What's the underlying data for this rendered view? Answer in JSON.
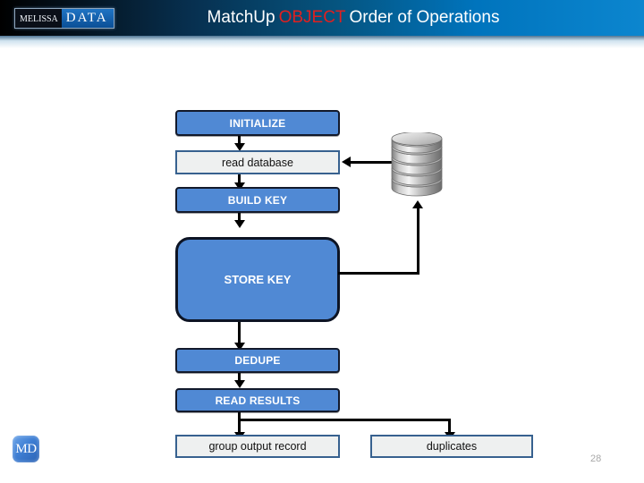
{
  "header": {
    "logo": {
      "part1": "Melissa",
      "part2": "DATA",
      "name": "melissa-data-logo"
    },
    "title": {
      "word1": "MatchUp",
      "highlight": "OBJECT",
      "word2": "Order of Operations",
      "highlight_color": "#e02020",
      "text_color": "#ffffff"
    },
    "gradient_from": "#000000",
    "gradient_to": "#0c86cf"
  },
  "diagram": {
    "colors": {
      "node_blue": "#5089d4",
      "node_blue_border": "#12192b",
      "node_plain_fill": "#eef0f0",
      "node_plain_border": "#37618f",
      "connector": "#000000"
    },
    "nodes": [
      {
        "id": "initialize",
        "label": "INITIALIZE",
        "style": "blue"
      },
      {
        "id": "read-database",
        "label": "read database",
        "style": "plain"
      },
      {
        "id": "build-key",
        "label": "BUILD KEY",
        "style": "blue"
      },
      {
        "id": "store-key",
        "label": "STORE KEY",
        "style": "blue-big"
      },
      {
        "id": "dedupe",
        "label": "DEDUPE",
        "style": "blue"
      },
      {
        "id": "read-results",
        "label": "READ RESULTS",
        "style": "blue"
      },
      {
        "id": "group-output-record",
        "label": "group output record",
        "style": "plain"
      },
      {
        "id": "duplicates",
        "label": "duplicates",
        "style": "plain"
      }
    ],
    "database": {
      "id": "database-cylinder",
      "label": "database"
    }
  },
  "footer": {
    "md_logo": "MD",
    "page_number": "28"
  }
}
